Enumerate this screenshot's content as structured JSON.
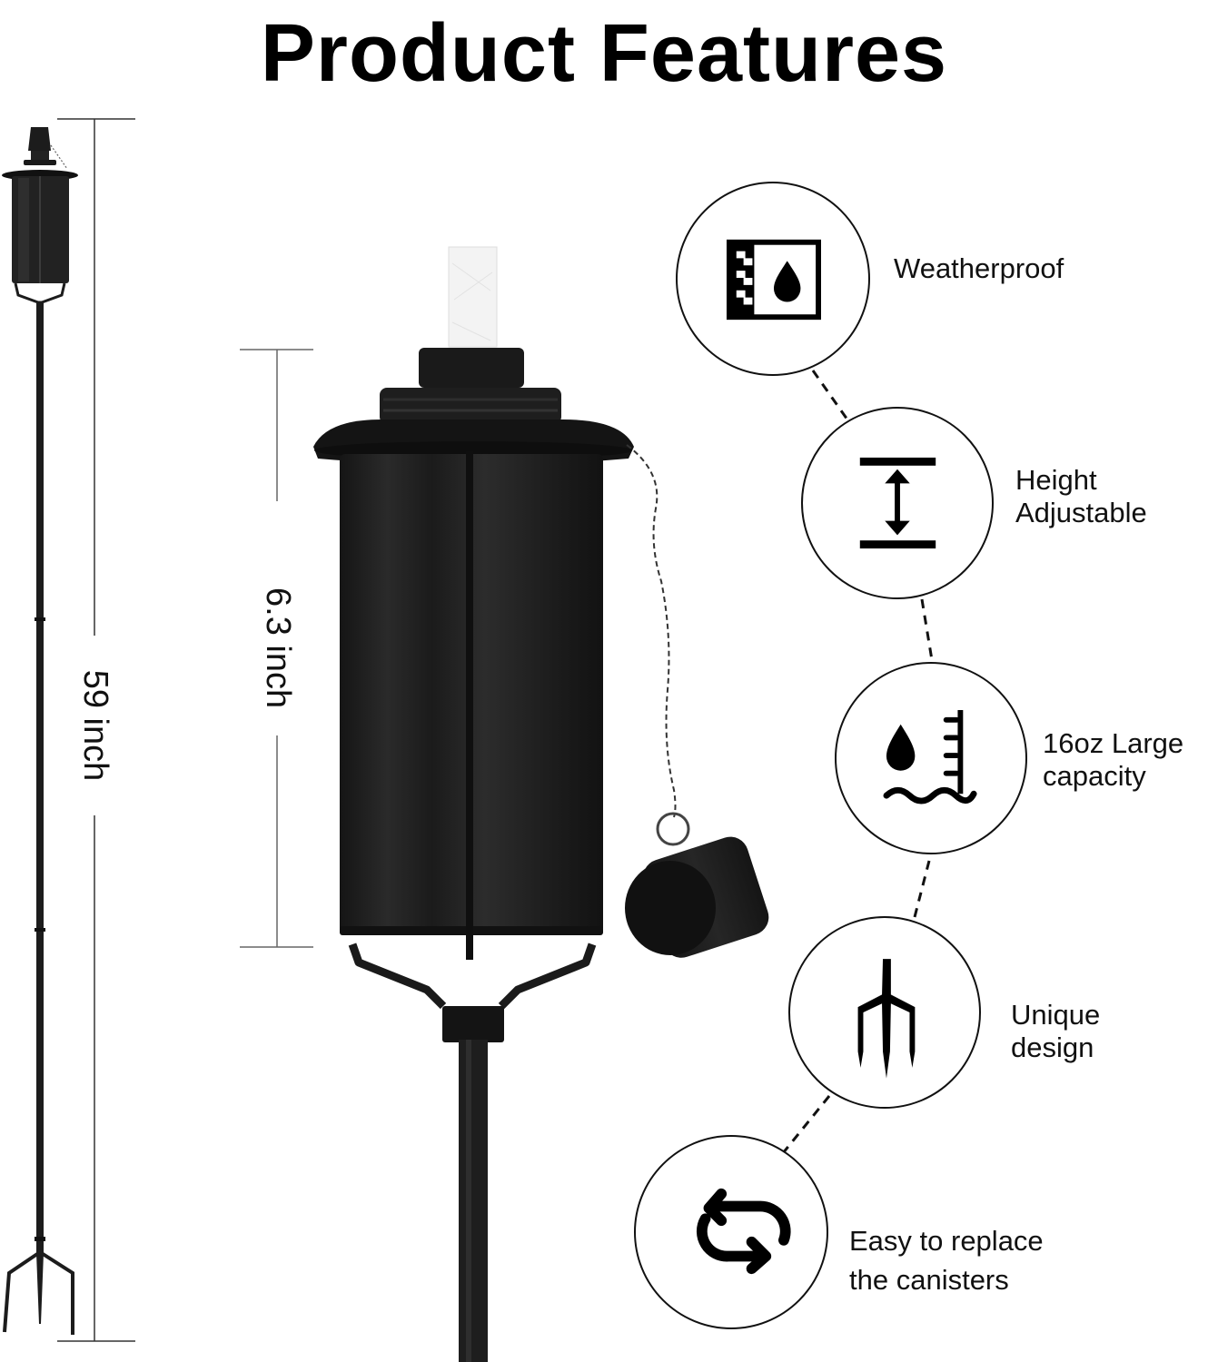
{
  "header": {
    "title": "Product Features"
  },
  "dimensions": {
    "total_height": "59 inch",
    "canister_height": "6.3 inch"
  },
  "features": [
    {
      "icon": "weatherproof-icon",
      "label_lines": [
        "Weatherproof"
      ]
    },
    {
      "icon": "height-adjustable-icon",
      "label_lines": [
        "Height",
        "Adjustable"
      ]
    },
    {
      "icon": "large-capacity-icon",
      "label_lines": [
        "16oz Large",
        "capacity"
      ]
    },
    {
      "icon": "pitchfork-stake-icon",
      "label_lines": [
        "Unique",
        "design"
      ]
    },
    {
      "icon": "replace-cycle-icon",
      "label_lines": [
        "Easy to replace",
        "the canisters"
      ]
    }
  ],
  "colors": {
    "background": "#ffffff",
    "text": "#111111",
    "torch_metal": "#1c1c1c",
    "wick": "#f2f2f2",
    "dimension_line": "#555555"
  }
}
